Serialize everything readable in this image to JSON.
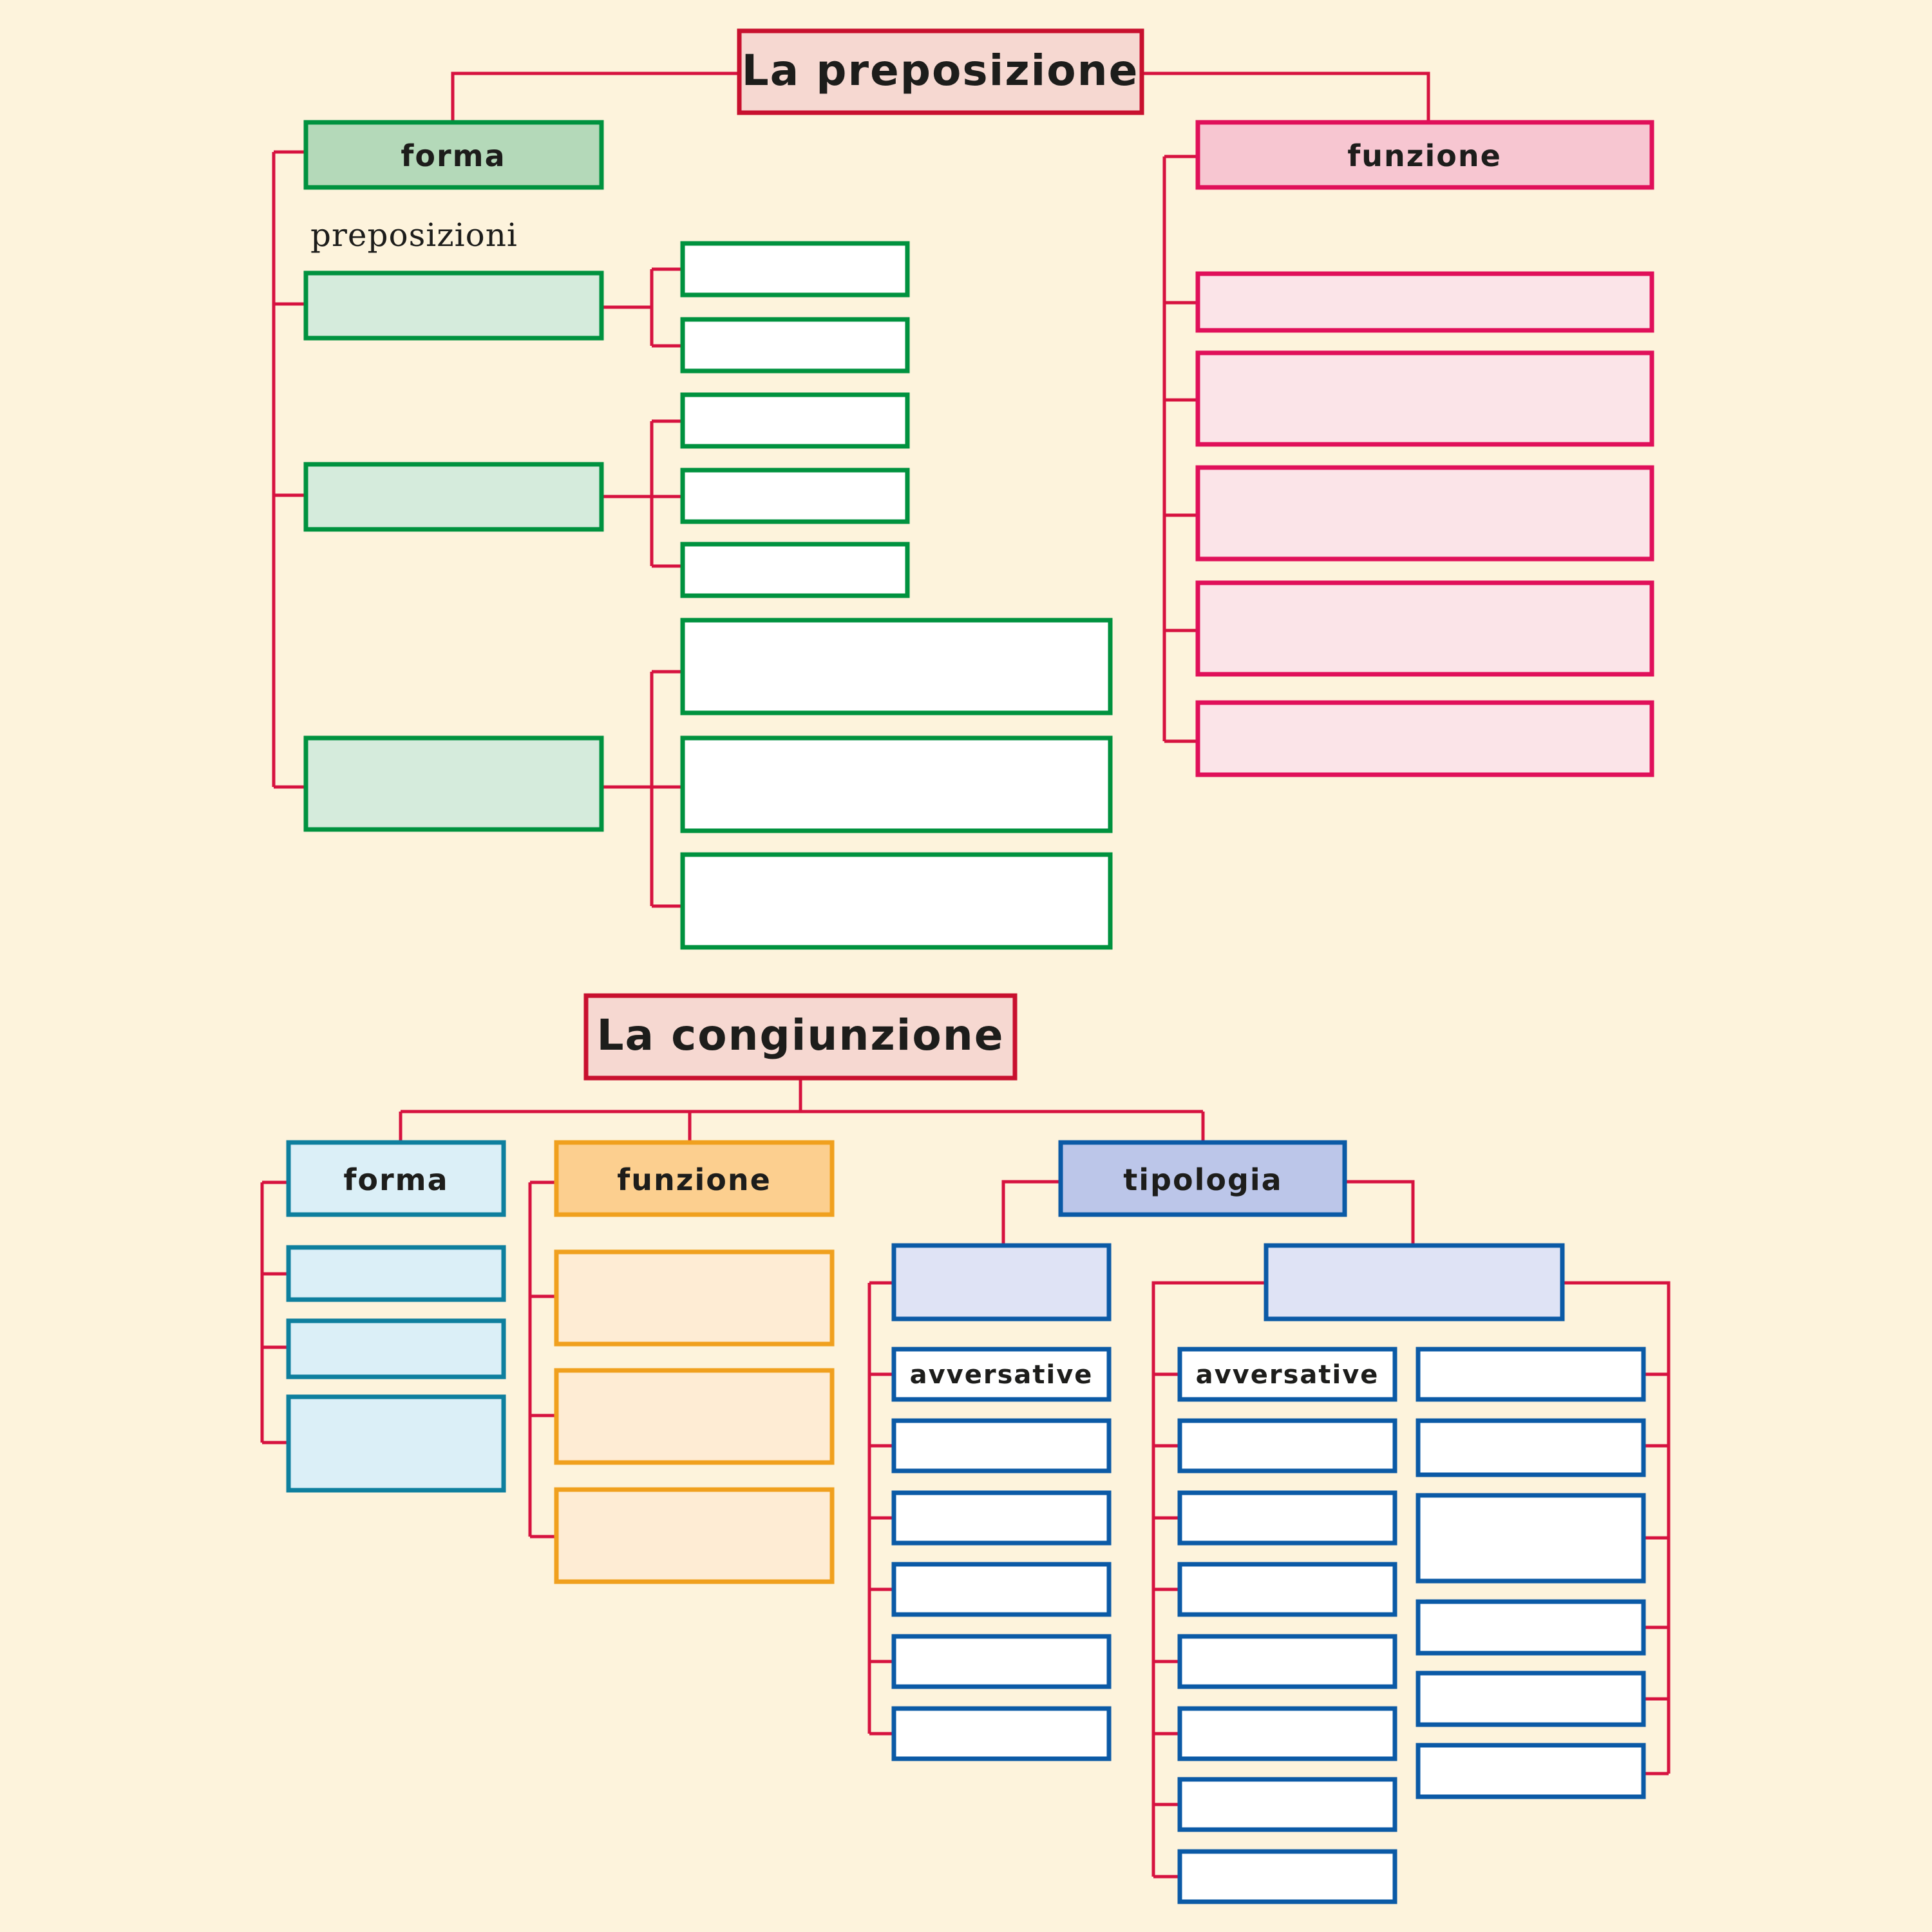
{
  "colors": {
    "background": "#fdf3dc",
    "connector": "#d6123f",
    "title_border": "#c8102e",
    "title_fill": "#f6d8d1",
    "green_border": "#00923f",
    "green_head_fill": "#b4d9b9",
    "green_fill": "#d5ebdc",
    "pink_border": "#e0105a",
    "pink_head_fill": "#f7c6d1",
    "pink_fill": "#fbe4e8",
    "teal_border": "#0e7f9e",
    "teal_fill": "#dbeff7",
    "orange_border": "#f0a01e",
    "orange_head_fill": "#fccf8f",
    "orange_fill": "#feecd4",
    "blue_border": "#0b5aa6",
    "blue_head_fill": "#bcc6e9",
    "blue_fill": "#dfe3f5",
    "white": "#ffffff"
  },
  "preposizione": {
    "title": "La preposizione",
    "forma": {
      "label": "forma",
      "caption": "preposizioni"
    },
    "funzione": {
      "label": "funzione"
    }
  },
  "congiunzione": {
    "title": "La congiunzione",
    "forma": {
      "label": "forma"
    },
    "funzione": {
      "label": "funzione"
    },
    "tipologia": {
      "label": "tipologia",
      "left_first_item": "avversative",
      "right_first_item": "avversative"
    }
  }
}
